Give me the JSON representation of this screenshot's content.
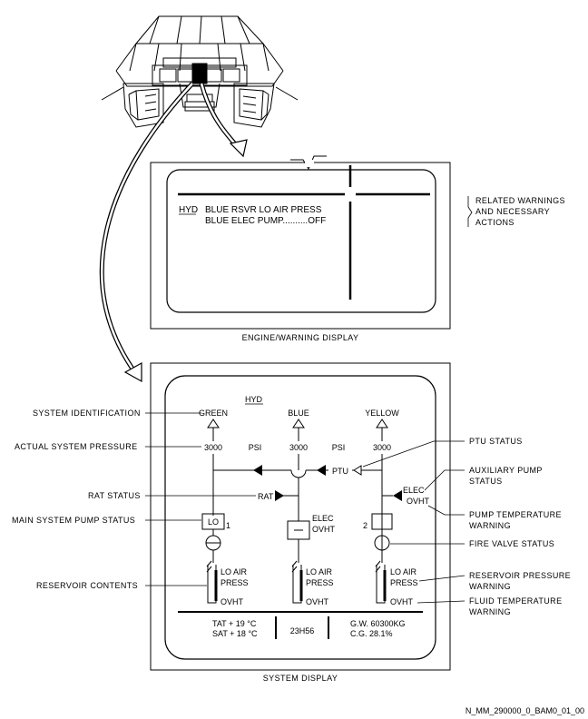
{
  "ewd": {
    "system": "HYD",
    "line1": "BLUE RSVR LO AIR PRESS",
    "line2": "BLUE ELEC PUMP..........OFF",
    "caption": "ENGINE/WARNING DISPLAY"
  },
  "related_warnings": [
    "RELATED WARNINGS",
    "AND NECESSARY",
    "ACTIONS"
  ],
  "sd": {
    "title": "HYD",
    "caption": "SYSTEM DISPLAY",
    "systems": [
      "GREEN",
      "BLUE",
      "YELLOW"
    ],
    "pressures": [
      "3000",
      "3000",
      "3000"
    ],
    "psi_unit": "PSI",
    "ptu_label": "PTU",
    "rat_label": "RAT",
    "elec_label": "ELEC",
    "ovht_label": "OVHT",
    "pump_lo": "LO",
    "pump_num_1": "1",
    "pump_num_2": "2",
    "lo_air": "LO AIR",
    "press": "PRESS",
    "fluid_ovht": "OVHT",
    "tat": "TAT + 19 °C",
    "sat": "SAT + 18 °C",
    "utc": "23H56",
    "gw": "G.W. 60300KG",
    "cg": "C.G. 28.1%"
  },
  "callouts_left": [
    "SYSTEM IDENTIFICATION",
    "ACTUAL SYSTEM PRESSURE",
    "RAT STATUS",
    "MAIN SYSTEM PUMP STATUS",
    "RESERVOIR CONTENTS"
  ],
  "callouts_right": {
    "ptu_status": "PTU STATUS",
    "aux_pump": [
      "AUXILIARY PUMP",
      "STATUS"
    ],
    "pump_temp": [
      "PUMP TEMPERATURE",
      "WARNING"
    ],
    "fire_valve": "FIRE VALVE STATUS",
    "rsvr_press": [
      "RESERVOIR PRESSURE",
      "WARNING"
    ],
    "fluid_temp": [
      "FLUID TEMPERATURE",
      "WARNING"
    ]
  },
  "figure_id": "N_MM_290000_0_BAM0_01_00"
}
